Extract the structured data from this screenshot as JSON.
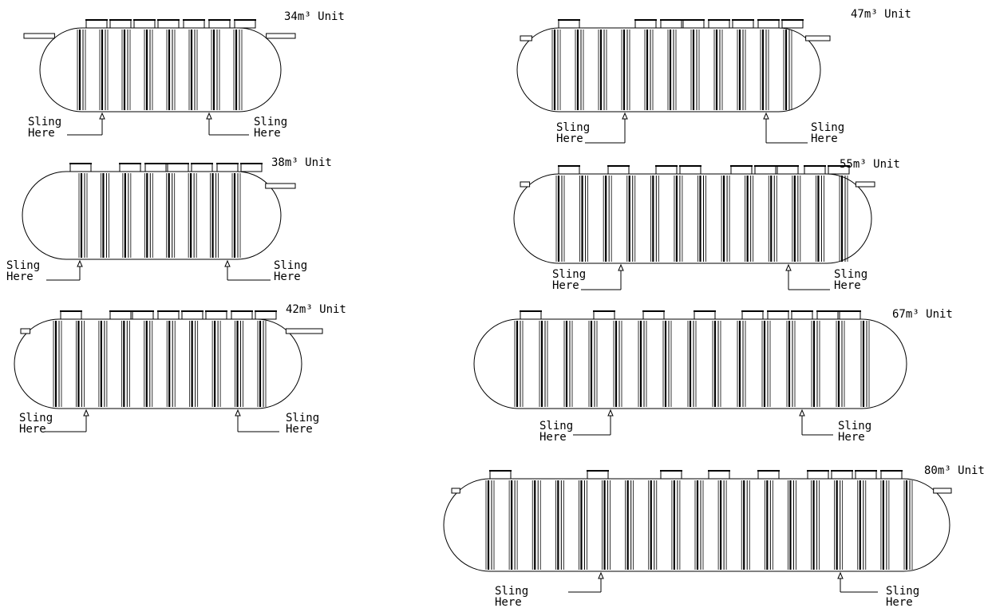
{
  "units": [
    {
      "id": "u34",
      "title": "34m³ Unit",
      "sling_top": "Sling",
      "sling_bottom": "Here"
    },
    {
      "id": "u38",
      "title": "38m³ Unit",
      "sling_top": "Sling",
      "sling_bottom": "Here"
    },
    {
      "id": "u42",
      "title": "42m³ Unit",
      "sling_top": "Sling",
      "sling_bottom": "Here"
    },
    {
      "id": "u47",
      "title": "47m³ Unit",
      "sling_top": "Sling",
      "sling_bottom": "Here"
    },
    {
      "id": "u55",
      "title": "55m³ Unit",
      "sling_top": "Sling",
      "sling_bottom": "Here"
    },
    {
      "id": "u67",
      "title": "67m³ Unit",
      "sling_top": "Sling",
      "sling_bottom": "Here"
    },
    {
      "id": "u80",
      "title": "80m³ Unit",
      "sling_top": "Sling",
      "sling_bottom": "Here"
    }
  ]
}
